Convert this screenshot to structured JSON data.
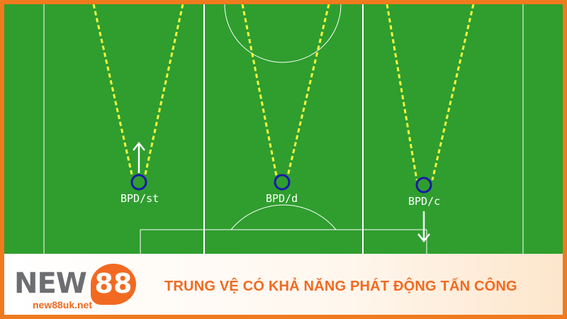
{
  "pitch": {
    "colors": {
      "grass": "#2f9e2e",
      "lines": "#ffffff",
      "zone": "#f5f542",
      "marker": "#1a1aa8"
    },
    "players": [
      {
        "label": "BPD/st",
        "arrow": "up"
      },
      {
        "label": "BPD/d",
        "arrow": "none"
      },
      {
        "label": "BPD/c",
        "arrow": "down"
      }
    ]
  },
  "banner": {
    "logo": {
      "text_new": "NEW",
      "text_88": "88",
      "url": "new88uk.net"
    },
    "headline": "TRUNG VỆ CÓ KHẢ NĂNG PHÁT ĐỘNG TẤN CÔNG"
  },
  "colors": {
    "frame": "#f07a1e",
    "brand": "#f26a21",
    "logo_gray": "#6d6e71"
  }
}
